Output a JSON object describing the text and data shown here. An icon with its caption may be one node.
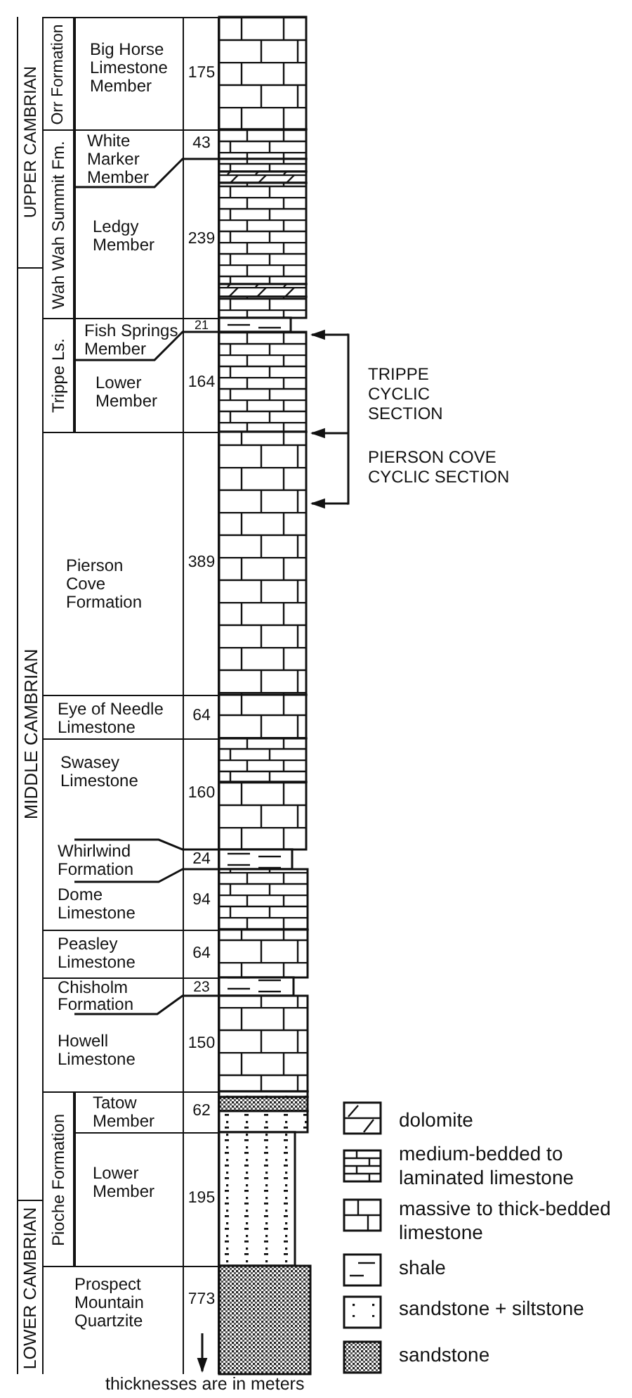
{
  "diagram": {
    "nodes": [
      {
        "text": [
          "UPPER CAMBRIAN"
        ]
      },
      {
        "text": [
          "Orr Formation"
        ]
      },
      {
        "text": [
          "Big Horse Limestone Member",
          "175"
        ]
      },
      {
        "text": [
          "Wah Wah Summit Fm."
        ]
      },
      {
        "text": [
          "White Marker Member",
          "43"
        ]
      },
      {
        "text": [
          "Ledgy Member",
          "239"
        ]
      },
      {
        "text": [
          "MIDDLE CAMBRIAN"
        ]
      },
      {
        "text": [
          "Trippe Ls."
        ]
      },
      {
        "text": [
          "Fish Springs Member",
          "21"
        ]
      },
      {
        "text": [
          "Lower Member",
          "164"
        ]
      },
      {
        "text": [
          "Pierson Cove Formation",
          "389"
        ]
      },
      {
        "text": [
          "Eye of Needle Limestone",
          "64"
        ]
      },
      {
        "text": [
          "Swasey Limestone",
          "160"
        ]
      },
      {
        "text": [
          "Whirlwind Formation",
          "24"
        ]
      },
      {
        "text": [
          "Dome Limestone",
          "94"
        ]
      },
      {
        "text": [
          "Peasley Limestone",
          "64"
        ]
      },
      {
        "text": [
          "Chisholm Formation",
          "23"
        ]
      },
      {
        "text": [
          "Howell Limestone",
          "150"
        ]
      },
      {
        "text": [
          "LOWER CAMBRIAN"
        ]
      },
      {
        "text": [
          "Pioche Formation"
        ]
      },
      {
        "text": [
          "Tatow Member",
          "62"
        ]
      },
      {
        "text": [
          "Lower Member",
          "195"
        ]
      },
      {
        "text": [
          "Prospect Mountain Quartzite",
          "773"
        ]
      }
    ],
    "labels": [
      "TRIPPE CYCLIC SECTION",
      "PIERSON COVE CYCLIC SECTION",
      "thicknesses are in meters"
    ],
    "legend": [
      {
        "text": "dolomite"
      },
      {
        "text": "medium-bedded to laminated limestone"
      },
      {
        "text": "massive to thick-bedded limestone"
      },
      {
        "text": "shale"
      },
      {
        "text": "sandstone + siltstone"
      },
      {
        "text": "sandstone"
      }
    ]
  }
}
